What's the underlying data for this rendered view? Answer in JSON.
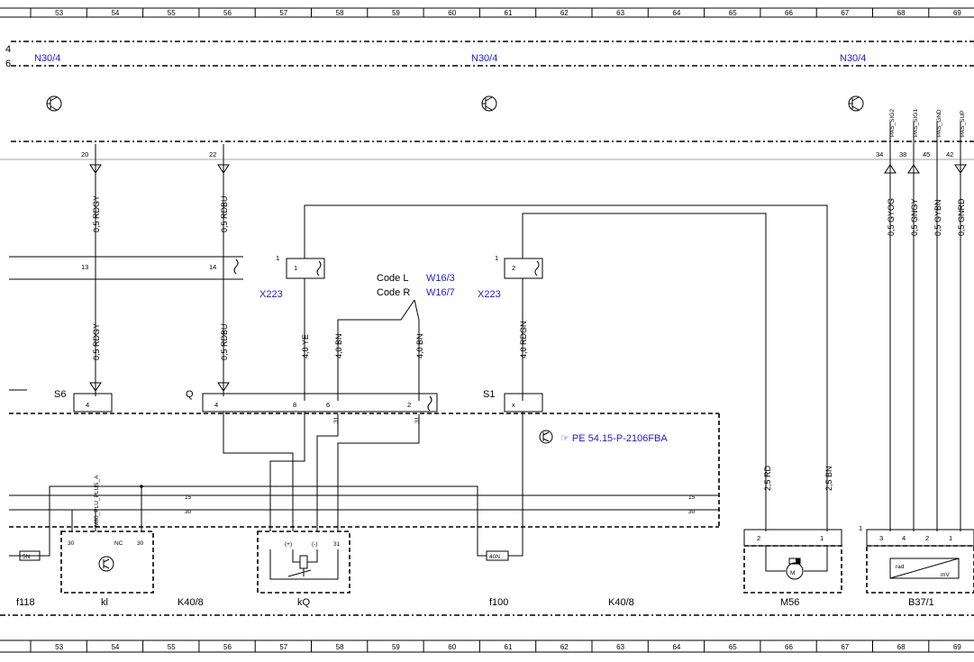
{
  "ruler": {
    "numbers": [
      "53",
      "54",
      "55",
      "56",
      "57",
      "58",
      "59",
      "60",
      "61",
      "62",
      "63",
      "64",
      "65",
      "66",
      "67",
      "68",
      "69"
    ]
  },
  "references": {
    "n30_left": "N30/4",
    "n30_mid": "N30/4",
    "n30_right": "N30/4",
    "x223_left": "X223",
    "x223_right": "X223",
    "w16_3": "W16/3",
    "w16_7": "W16/7",
    "pe_ref": "PE 54.15-P-2106FBA"
  },
  "code_labels": {
    "code_l": "Code L",
    "code_r": "Code R"
  },
  "left_edge": {
    "top4": "4",
    "top6": "6"
  },
  "connectors": {
    "s6": "S6",
    "q": "Q",
    "s1": "S1"
  },
  "pins": {
    "p20": "20",
    "p22": "22",
    "p13": "13",
    "p14": "14",
    "p1a": "1",
    "p1b": "1",
    "p1c": "1",
    "p1d": "1",
    "p2": "2",
    "p4a": "4",
    "p4b": "4",
    "p8": "8",
    "p6": "6",
    "p2b": "2",
    "px": "x",
    "p31a": "31",
    "p31b": "31",
    "p34": "34",
    "p38": "38",
    "p45": "45",
    "p42": "42",
    "m2": "2",
    "m1": "1",
    "b3": "3",
    "b4": "4",
    "b2": "2",
    "b1": "1",
    "b1top": "1",
    "k30a": "30",
    "kNC": "NC",
    "k30b": "30",
    "kplus": "(+)",
    "kminus": "(-)",
    "k31": "31",
    "bus15": "15",
    "bus30": "30",
    "bus15r": "15",
    "bus30r": "30",
    "fuse5": "5N",
    "fuse40": "40N"
  },
  "wires": {
    "w1": "0,5 RDGY",
    "w2": "0,5 RDBU",
    "w3": "0,5 RDGY",
    "w4": "0,5 RDBU",
    "w5": "4,0 YE",
    "w6": "4,0 BN",
    "w7": "4,0 BN",
    "w8": "4,0 RDGN",
    "w9": "2,5 RD",
    "w10": "2,5 BN",
    "w11": "0,5 GYOG",
    "w12": "0,5 GNGY",
    "w13": "0,5 GYBN",
    "w14": "0,5 GNRD"
  },
  "small_labels": {
    "pas_sig2": "PAS_SIG2",
    "pas_sig1": "PAS_SIG1",
    "pas_gnd": "PAS_GND",
    "pas_sup": "PAS_SUP",
    "mid_label": "M80_PLU_PLUS_A",
    "rad": "rad",
    "mv": "mV",
    "motor": "M"
  },
  "components": {
    "f118": "f118",
    "kl": "kl",
    "k408a": "K40/8",
    "kq": "kQ",
    "f100": "f100",
    "k408b": "K40/8",
    "m56": "M56",
    "b371": "B37/1"
  }
}
